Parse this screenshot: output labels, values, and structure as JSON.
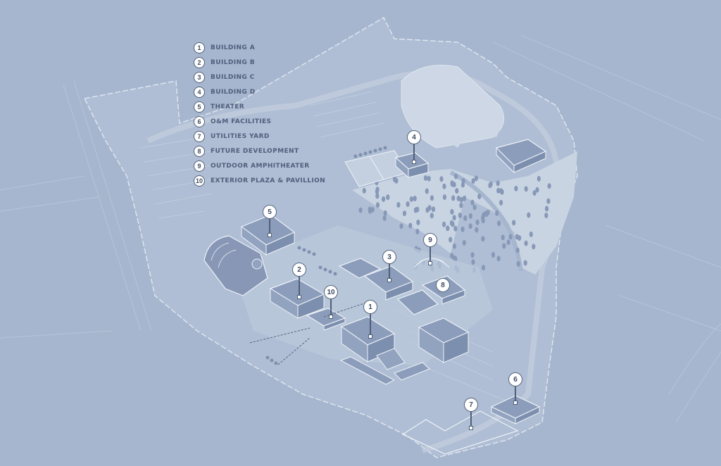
{
  "map": {
    "background_color": "#a6b6ce",
    "site_fill_color": "#b4c3d7",
    "building_fill_color": "#8c9dbb",
    "building_stroke_color": "#eef2f8",
    "tree_color": "#8799b7",
    "forest_fill_color": "#c9d4e3"
  },
  "legend": {
    "items": [
      {
        "number": "1",
        "label": "BUILDING A"
      },
      {
        "number": "2",
        "label": "BUILDING B"
      },
      {
        "number": "3",
        "label": "BUILDING C"
      },
      {
        "number": "4",
        "label": "BUILDING D"
      },
      {
        "number": "5",
        "label": "THEATER"
      },
      {
        "number": "6",
        "label": "O&M FACILITIES"
      },
      {
        "number": "7",
        "label": "UTILITIES YARD"
      },
      {
        "number": "8",
        "label": "FUTURE DEVELOPMENT"
      },
      {
        "number": "9",
        "label": "OUTDOOR AMPHITHEATER"
      },
      {
        "number": "10",
        "label": "EXTERIOR PLAZA & PAVILLION"
      }
    ]
  },
  "markers": [
    {
      "number": "1",
      "label": "BUILDING A"
    },
    {
      "number": "2",
      "label": "BUILDING B"
    },
    {
      "number": "3",
      "label": "BUILDING C"
    },
    {
      "number": "4",
      "label": "BUILDING D"
    },
    {
      "number": "5",
      "label": "THEATER"
    },
    {
      "number": "6",
      "label": "O&M FACILITIES"
    },
    {
      "number": "7",
      "label": "UTILITIES YARD"
    },
    {
      "number": "8",
      "label": "FUTURE DEVELOPMENT"
    },
    {
      "number": "9",
      "label": "OUTDOOR AMPHITHEATER"
    },
    {
      "number": "10",
      "label": "EXTERIOR PLAZA & PAVILLION"
    }
  ]
}
